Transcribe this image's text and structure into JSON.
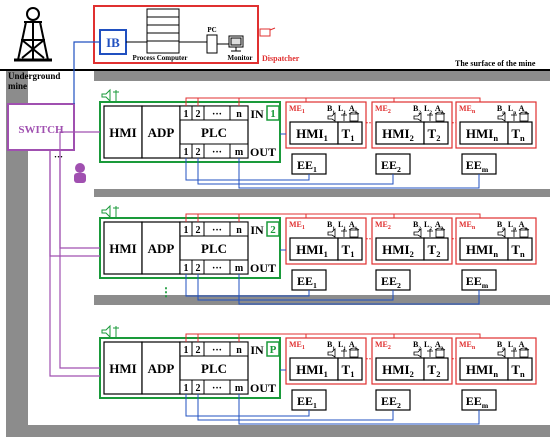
{
  "labels": {
    "underground_mine": "Underground\nmine",
    "surface": "The surface of the mine",
    "ib": "IB",
    "process_computer": "Process Computer",
    "pc": "PC",
    "monitor": "Monitor",
    "dispatcher": "Dispatcher",
    "switch": "SWITCH",
    "hmi": "HMI",
    "adp": "ADP",
    "plc": "PLC",
    "in": "IN",
    "out": "OUT",
    "io_1": "1",
    "io_2": "2",
    "io_dots": "···",
    "io_n": "n",
    "io_m": "m",
    "vdots": "⋮",
    "hdots": "···"
  },
  "segments": [
    {
      "id": "1"
    },
    {
      "id": "2"
    },
    {
      "id": "P"
    }
  ],
  "colors": {
    "gallery": "#8c8c8c",
    "red": "#e03030",
    "green": "#1a9a3a",
    "purple": "#a050b0",
    "blue": "#2050c0",
    "black": "#000000"
  },
  "icons": [
    "mine-headframe-icon",
    "speaker-icon",
    "telephone-icon",
    "worker-icon",
    "monitor-icon",
    "camera-icon"
  ]
}
